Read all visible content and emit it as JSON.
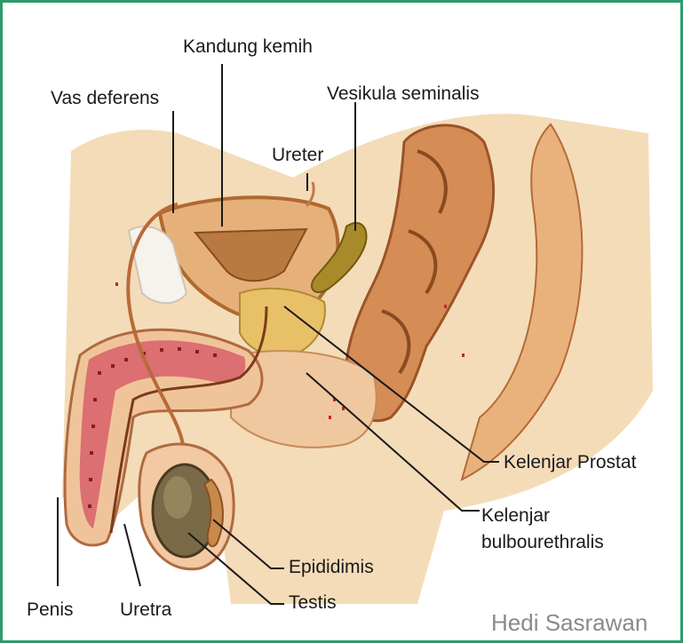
{
  "labels": {
    "kandung_kemih": "Kandung kemih",
    "vas_deferens": "Vas deferens",
    "vesikula_seminalis": "Vesikula seminalis",
    "ureter": "Ureter",
    "kelenjar_prostat": "Kelenjar Prostat",
    "kelenjar_bulbo_line1": "Kelenjar",
    "kelenjar_bulbo_line2": "bulbourethralis",
    "epididimis": "Epididimis",
    "testis": "Testis",
    "penis": "Penis",
    "uretra": "Uretra"
  },
  "watermark": "Hedi Sasrawan",
  "colors": {
    "frame": "#2e9b6a",
    "skin": "#f2d7b0",
    "tissue": "#e8a070",
    "muscle": "#c06a3a",
    "erectile": "#d0505a",
    "bladder": "#e6b07a",
    "testis": "#7a6a48"
  }
}
